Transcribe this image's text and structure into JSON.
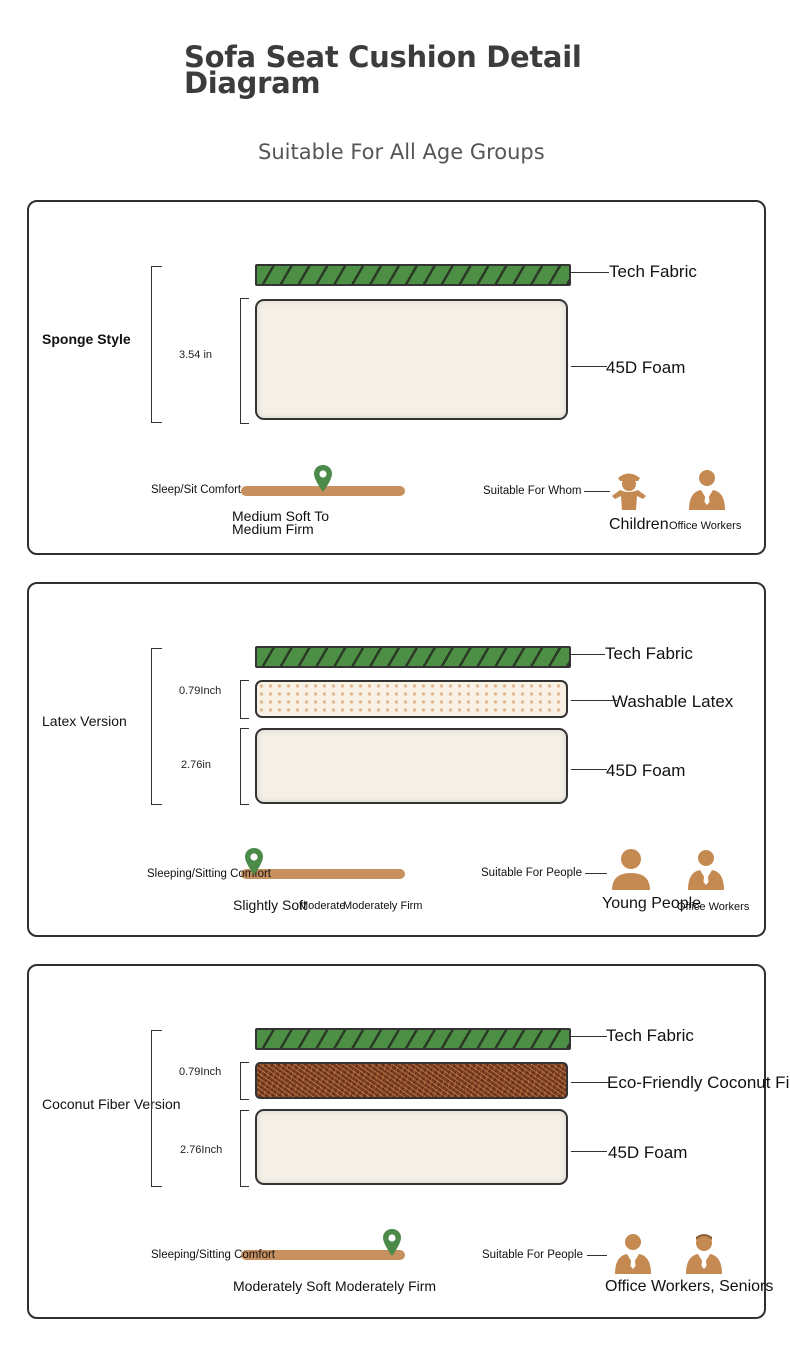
{
  "header": {
    "title_line1": "Sofa Seat Cushion Detail",
    "title_line2": "Diagram",
    "subtitle": "Suitable For All Age Groups"
  },
  "colors": {
    "fabric_green": "#4d8f45",
    "foam_cream": "#f4f0e8",
    "slider_tan": "#c7915f",
    "pin_green": "#4c8a4a",
    "person_tan": "#c58a52",
    "coconut_brown": "#7a3d1f"
  },
  "icons": [
    "map-pin-icon",
    "child-icon",
    "person-icon",
    "office-worker-icon",
    "senior-icon"
  ],
  "panels": [
    {
      "version": "Sponge Style",
      "dims": [
        "3.54 in"
      ],
      "layers": [
        "Tech Fabric",
        "45D Foam"
      ],
      "comfort_label": "Sleep/Sit Comfort",
      "comfort_position": 0.5,
      "comfort_level_line1": "Medium Soft To",
      "comfort_level_line2": "Medium Firm",
      "suitable_label": "Suitable For Whom",
      "people": [
        "Children",
        "Office Workers"
      ]
    },
    {
      "version": "Latex Version",
      "dims": [
        "0.79Inch",
        "2.76in"
      ],
      "layers": [
        "Tech Fabric",
        "Washable Latex",
        "45D Foam"
      ],
      "comfort_label": "Sleeping/Sitting Comfort",
      "comfort_position": 0.08,
      "comfort_level_a": "Slightly Soft",
      "comfort_level_b": "Moderate",
      "comfort_level_c": "Moderately Firm",
      "suitable_label": "Suitable For People",
      "people": [
        "Young People",
        "Office Workers"
      ]
    },
    {
      "version": "Coconut Fiber Version",
      "dims": [
        "0.79Inch",
        "2.76Inch"
      ],
      "layers": [
        "Tech Fabric",
        "Eco-Friendly Coconut Fiber",
        "45D Foam"
      ],
      "comfort_label": "Sleeping/Sitting Comfort",
      "comfort_position": 0.92,
      "comfort_level": "Moderately Soft Moderately Firm",
      "suitable_label": "Suitable For People",
      "people": [
        "Office Workers, Seniors"
      ]
    }
  ]
}
